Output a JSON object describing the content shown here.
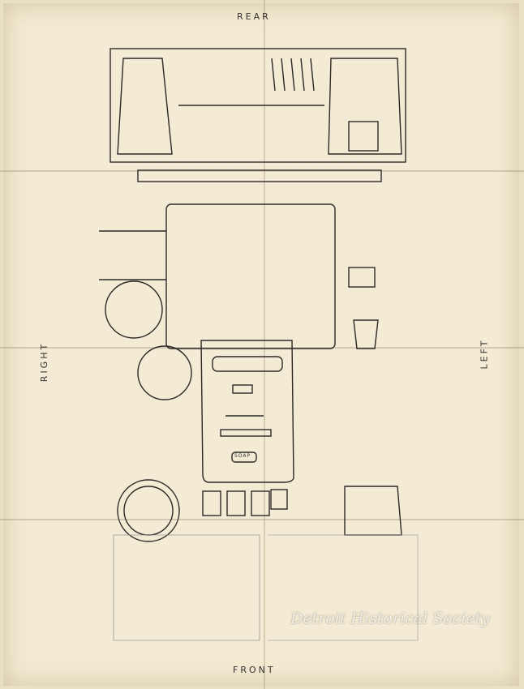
{
  "labels": {
    "top": "REAR",
    "right_side": "LEFT",
    "left_side": "RIGHT",
    "bottom": "FRONT",
    "soap": "SOAP"
  },
  "watermark": "Detroit Historical Society",
  "colors": {
    "paper": "#f3ebd3",
    "ink": "#2a2a2a"
  }
}
